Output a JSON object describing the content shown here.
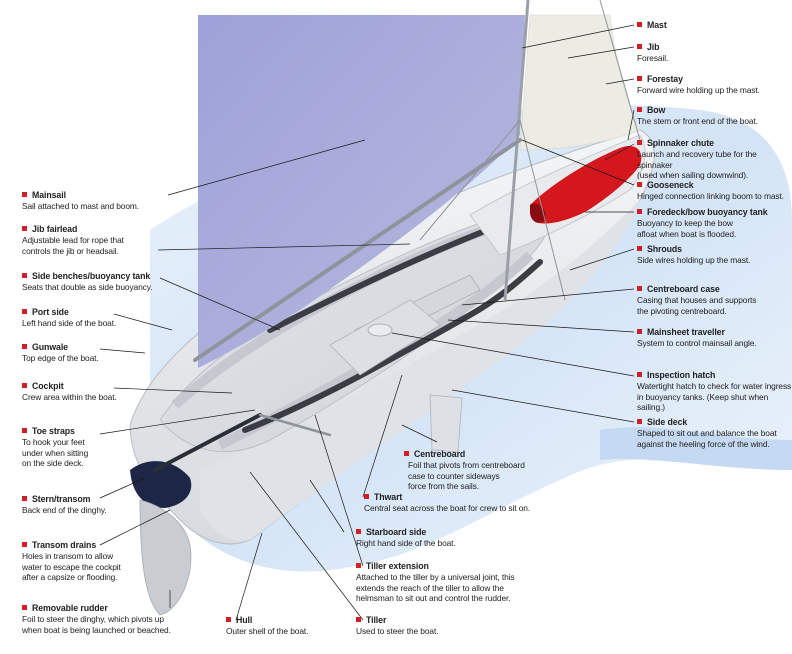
{
  "colors": {
    "accent": "#d01f26",
    "mainsail": "#a3a5da",
    "jib": "#ecece4",
    "hull": "#eceef0",
    "water": "#d3e4f6",
    "spinnaker_chute": "#d4161d",
    "transom": "#1d2647"
  },
  "labels": {
    "mast": {
      "title": "Mast",
      "desc": ""
    },
    "jib": {
      "title": "Jib",
      "desc": "Foresail."
    },
    "forestay": {
      "title": "Forestay",
      "desc": "Forward wire holding up the mast."
    },
    "bow": {
      "title": "Bow",
      "desc": "The stem or front end of the boat."
    },
    "spinnaker_chute": {
      "title": "Spinnaker chute",
      "desc": "Launch and recovery tube for the spinnaker\n(used when sailing downwind)."
    },
    "gooseneck": {
      "title": "Gooseneck",
      "desc": "Hinged connection linking boom to mast."
    },
    "foredeck": {
      "title": "Foredeck/bow buoyancy tank",
      "desc": "Buoyancy to keep the bow\nafloat when boat is flooded."
    },
    "shrouds": {
      "title": "Shrouds",
      "desc": "Side wires holding up the mast."
    },
    "centreboard_case": {
      "title": "Centreboard case",
      "desc": "Casing that houses and supports\nthe pivoting centreboard."
    },
    "mainsheet_traveller": {
      "title": "Mainsheet traveller",
      "desc": "System to control mainsail angle."
    },
    "inspection_hatch": {
      "title": "Inspection hatch",
      "desc": "Watertight hatch to check for water ingress\nin buoyancy tanks. (Keep shut when sailing.)"
    },
    "side_deck": {
      "title": "Side deck",
      "desc": "Shaped to sit out and balance the boat\nagainst the heeling force of the wind."
    },
    "centreboard": {
      "title": "Centreboard",
      "desc": "Foil that pivots from centreboard\ncase to counter sideways\nforce from the sails."
    },
    "thwart": {
      "title": "Thwart",
      "desc": "Central seat across the boat for crew to sit on."
    },
    "starboard_side": {
      "title": "Starboard side",
      "desc": "Right hand side of the boat."
    },
    "tiller_extension": {
      "title": "Tiller extension",
      "desc": "Attached to the tiller by a universal joint, this\nextends the reach of the tiller to allow the\nhelmsman to sit out and control the rudder."
    },
    "tiller": {
      "title": "Tiller",
      "desc": "Used to steer the boat."
    },
    "hull": {
      "title": "Hull",
      "desc": "Outer shell of the boat."
    },
    "removable_rudder": {
      "title": "Removable rudder",
      "desc": "Foil to steer the dinghy, which pivots up\nwhen boat is being launched or beached."
    },
    "transom_drains": {
      "title": "Transom drains",
      "desc": "Holes in transom to allow\nwater to escape the cockpit\nafter a capsize or flooding."
    },
    "stern_transom": {
      "title": "Stern/transom",
      "desc": "Back end of the dinghy."
    },
    "toe_straps": {
      "title": "Toe straps",
      "desc": "To hook your feet\nunder when sitting\non the side deck."
    },
    "cockpit": {
      "title": "Cockpit",
      "desc": "Crew area within the boat."
    },
    "gunwale": {
      "title": "Gunwale",
      "desc": "Top edge of the boat."
    },
    "port_side": {
      "title": "Port side",
      "desc": "Left hand side of the boat."
    },
    "side_benches": {
      "title": "Side benches/buoyancy tank",
      "desc": "Seats that double as side buoyancy."
    },
    "jib_fairlead": {
      "title": "Jib fairlead",
      "desc": "Adjustable lead for rope that\ncontrols the jib or headsail."
    },
    "mainsail": {
      "title": "Mainsail",
      "desc": "Sail attached to mast and boom."
    }
  }
}
